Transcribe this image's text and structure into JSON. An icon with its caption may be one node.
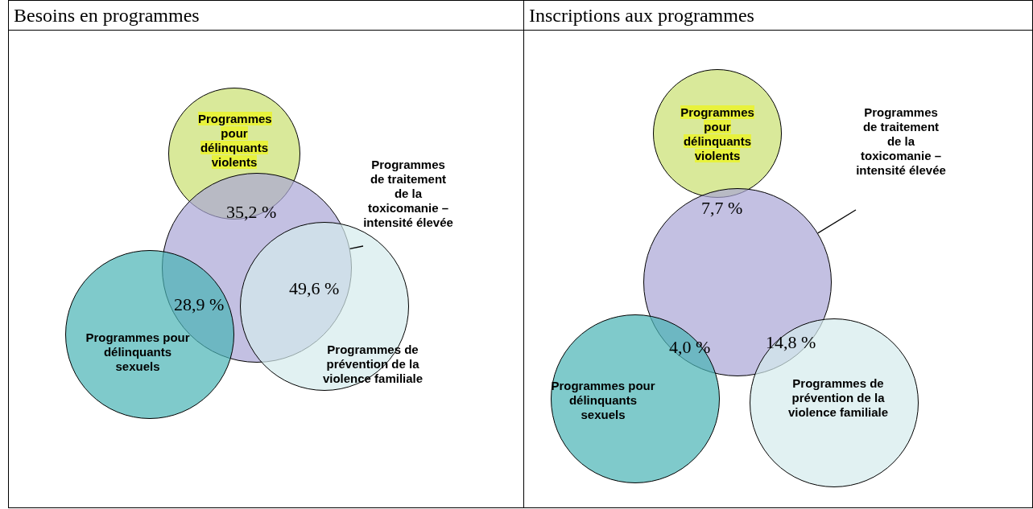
{
  "diagram": {
    "nodes": [
      {
        "text": [
          "Besoins en programmes"
        ]
      },
      {
        "text": [
          "Programmes pour délinquants violents"
        ],
        "in": 0
      },
      {
        "text": [],
        "shape": "circle",
        "in": 0
      },
      {
        "text": [
          "Programmes de traitement de la toxicomanie – intensité élevée"
        ],
        "in": 0
      },
      {
        "text": [
          "Programmes pour délinquants sexuels"
        ],
        "in": 0
      },
      {
        "text": [
          "Programmes de prévention de la violence familiale"
        ],
        "in": 0
      },
      {
        "text": [
          "Inscriptions aux programmes"
        ]
      },
      {
        "text": [
          "Programmes pour délinquants violents"
        ],
        "in": 6
      },
      {
        "text": [],
        "shape": "circle",
        "in": 6
      },
      {
        "text": [
          "Programmes de traitement de la toxicomanie – intensité élevée"
        ],
        "in": 6
      },
      {
        "text": [
          "Programmes pour délinquants sexuels"
        ],
        "in": 6
      },
      {
        "text": [
          "Programmes de prévention de la violence familiale"
        ],
        "in": 6
      }
    ],
    "edges": [
      {
        "from": 3,
        "to": 2,
        "arrow": "none"
      },
      {
        "from": 9,
        "to": 8,
        "arrow": "none"
      }
    ],
    "labels": [
      "35,2 %",
      "49,6 %",
      "28,9 %",
      "7,7 %",
      "14,8 %",
      "4,0 %"
    ]
  }
}
